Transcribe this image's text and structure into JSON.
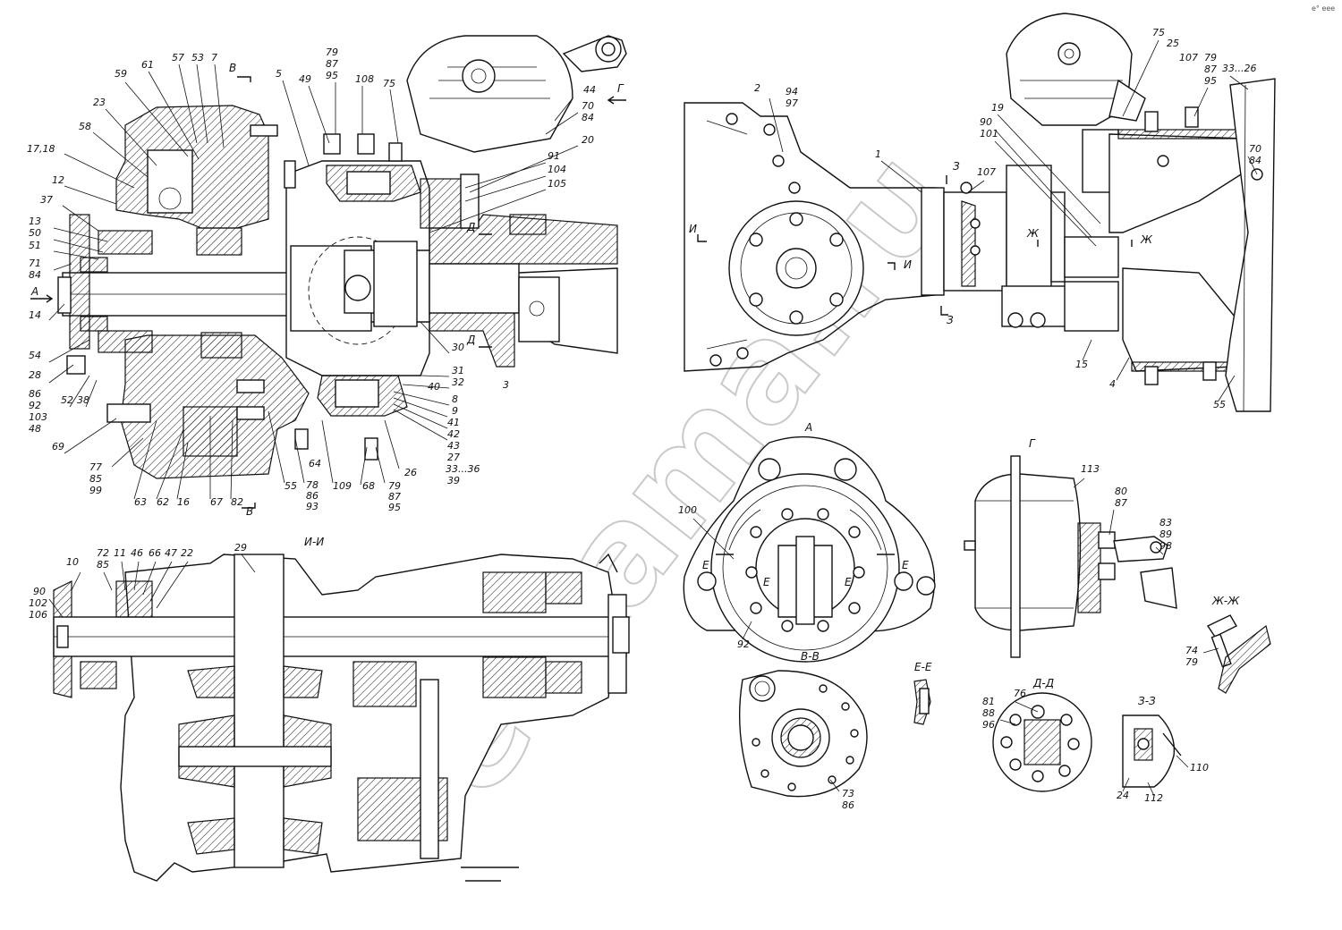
{
  "watermark": "e-kama.ru",
  "corner_mark": "e° eee",
  "view_titles": [
    {
      "id": "A",
      "text": "А"
    },
    {
      "id": "G",
      "text": "Г"
    },
    {
      "id": "II",
      "text": "И-И"
    },
    {
      "id": "VV",
      "text": "В-В"
    },
    {
      "id": "EE",
      "text": "Е-Е"
    },
    {
      "id": "DD",
      "text": "Д-Д"
    },
    {
      "id": "ZZ",
      "text": "Ж-Ж"
    },
    {
      "id": "ZeZe",
      "text": "З-З"
    }
  ],
  "section_marks": [
    "А",
    "В",
    "В",
    "Г",
    "Д",
    "Д",
    "И",
    "И",
    "З",
    "З",
    "Ж",
    "Ж",
    "Е",
    "Е",
    "Е",
    "Е"
  ],
  "callouts": [
    "59",
    "61",
    "57",
    "53",
    "7",
    "23",
    "58",
    "17,18",
    "12",
    "37",
    "13",
    "50",
    "51",
    "71",
    "84",
    "14",
    "54",
    "28",
    "86",
    "92",
    "103",
    "48",
    "52",
    "38",
    "69",
    "5",
    "49",
    "79",
    "87",
    "95",
    "108",
    "75",
    "44",
    "70",
    "84",
    "20",
    "91",
    "104",
    "105",
    "30",
    "31",
    "32",
    "3",
    "40",
    "8",
    "9",
    "41",
    "42",
    "43",
    "27",
    "33...36",
    "39",
    "26",
    "79",
    "87",
    "95",
    "68",
    "109",
    "55",
    "78",
    "86",
    "93",
    "64",
    "82",
    "67",
    "16",
    "62",
    "63",
    "77",
    "85",
    "99",
    "2",
    "94",
    "97",
    "1",
    "107",
    "75",
    "25",
    "107",
    "79",
    "87",
    "95",
    "33...26",
    "19",
    "90",
    "101",
    "70",
    "84",
    "15",
    "4",
    "55",
    "100",
    "92",
    "113",
    "80",
    "87",
    "83",
    "89",
    "98",
    "74",
    "79",
    "73",
    "86",
    "76",
    "81",
    "88",
    "96",
    "24",
    "112",
    "110",
    "10",
    "90",
    "102",
    "106",
    "72",
    "85",
    "11",
    "46",
    "66",
    "47",
    "22",
    "29"
  ]
}
